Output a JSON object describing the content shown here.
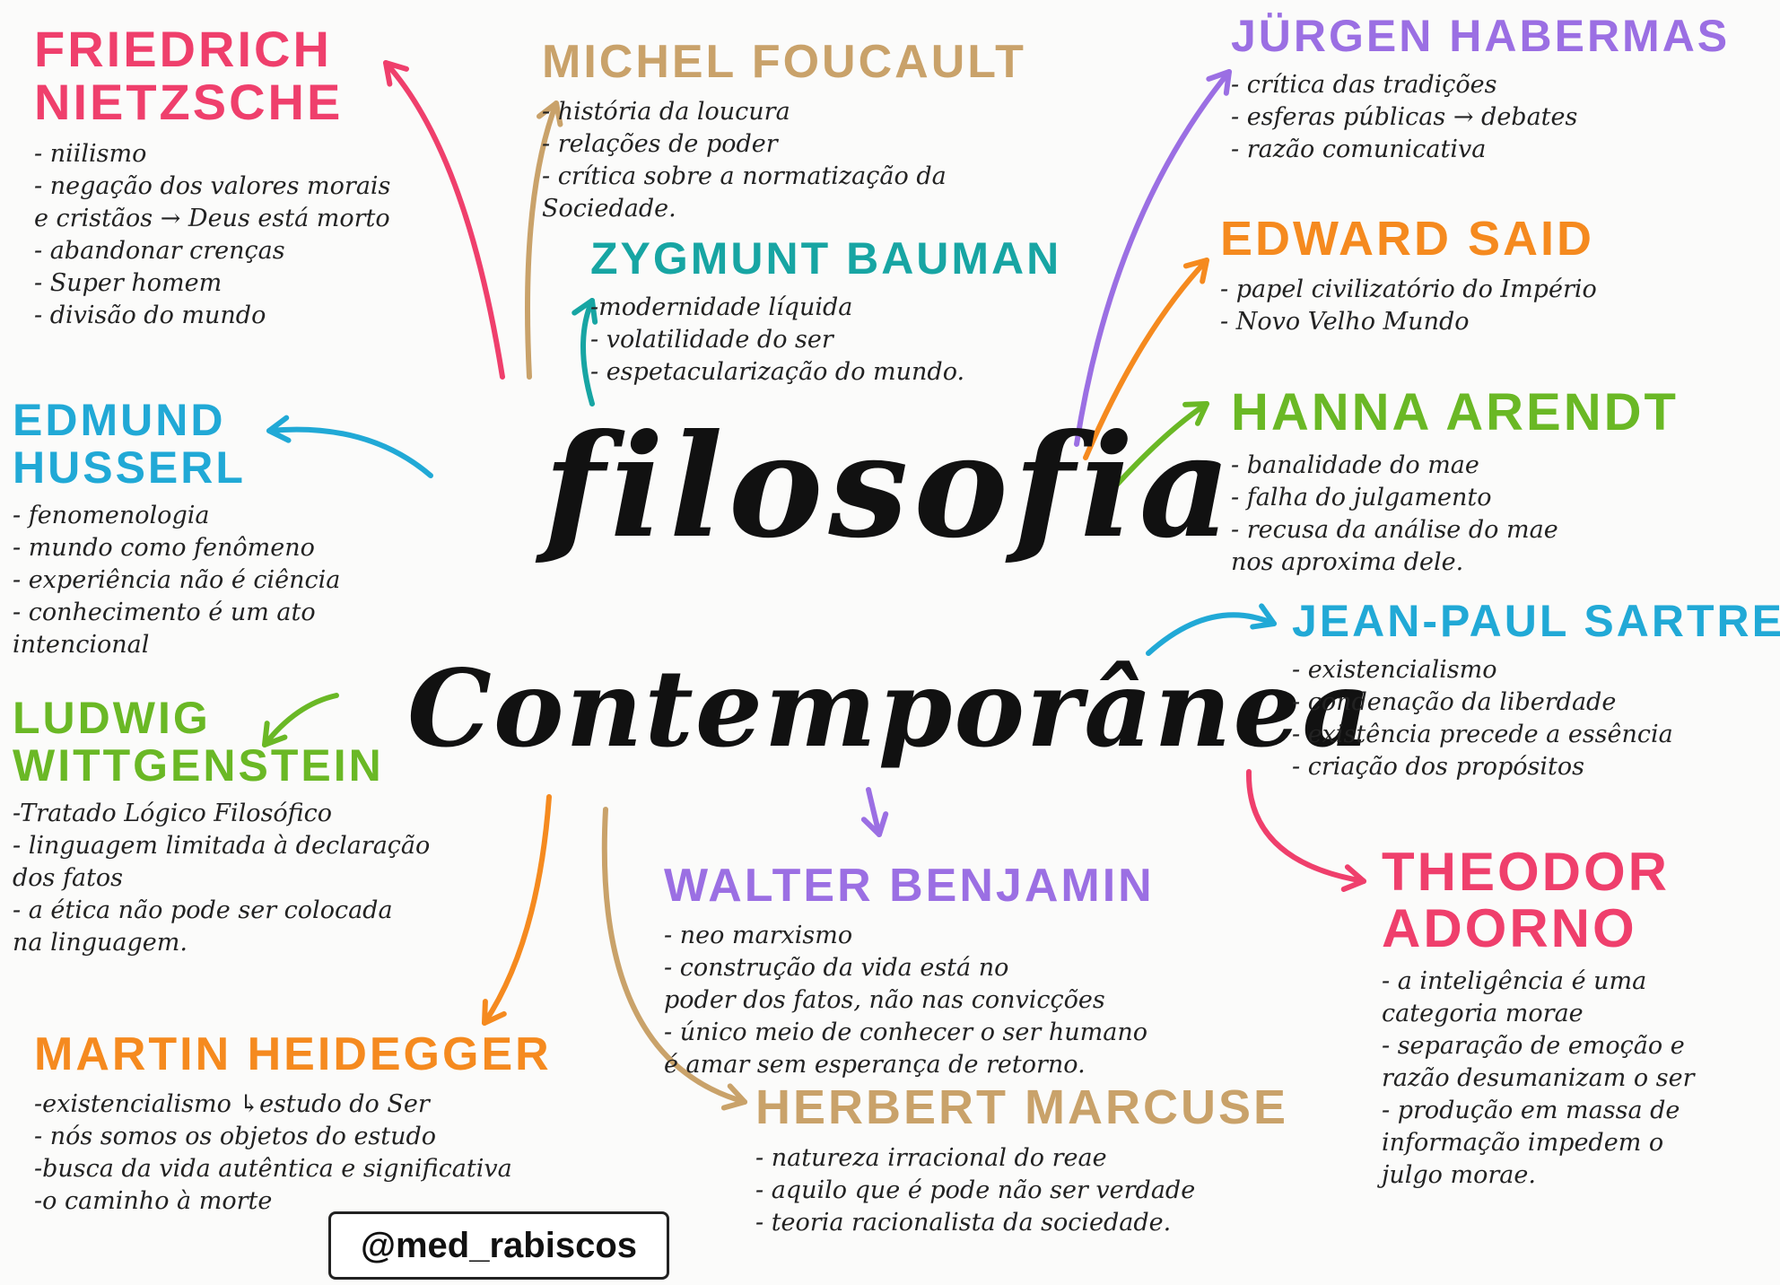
{
  "main_title": {
    "line1": "filosofia",
    "line2": "Contemporânea"
  },
  "handle": "@med_rabiscos",
  "colors": {
    "nietzsche": "#ef3f6c",
    "foucault": "#c9a26a",
    "bauman": "#17a5a3",
    "habermas": "#9b6fe3",
    "said": "#f58a1f",
    "arendt": "#6ab825",
    "husserl": "#21a9d6",
    "wittgenstein": "#6ab825",
    "sartre": "#21a9d6",
    "heidegger": "#f58a1f",
    "benjamin": "#9b6fe3",
    "marcuse": "#c9a26a",
    "adorno": "#ef3f6c",
    "text": "#222222"
  },
  "philosophers": {
    "nietzsche": {
      "name1": "FRIEDRICH",
      "name2": "NIETZSCHE",
      "notes": [
        "- niilismo",
        "- negação dos valores morais",
        "e cristãos → Deus está morto",
        "- abandonar crenças",
        "- Super homem",
        "- divisão do mundo"
      ]
    },
    "foucault": {
      "name1": "MICHEL FOUCAULT",
      "notes": [
        "- história da loucura",
        "- relações de poder",
        "- crítica sobre a normatização da",
        "Sociedade."
      ]
    },
    "bauman": {
      "name1": "ZYGMUNT BAUMAN",
      "notes": [
        "-modernidade líquida",
        "- volatilidade do ser",
        "- espetacularização do mundo."
      ]
    },
    "habermas": {
      "name1": "JÜRGEN HABERMAS",
      "notes": [
        "- crítica das tradições",
        "- esferas públicas → debates",
        "- razão comunicativa"
      ]
    },
    "said": {
      "name1": "EDWARD SAID",
      "notes": [
        "- papel civilizatório do Império",
        "- Novo Velho Mundo"
      ]
    },
    "arendt": {
      "name1": "HANNA ARENDT",
      "notes": [
        "- banalidade do mae",
        "- falha do julgamento",
        "- recusa da análise do mae",
        "nos aproxima dele."
      ]
    },
    "husserl": {
      "name1": "EDMUND",
      "name2": "HUSSERL",
      "notes": [
        "- fenomenologia",
        "- mundo como fenômeno",
        "- experiência não é ciência",
        "- conhecimento é um ato",
        "intencional"
      ]
    },
    "wittgenstein": {
      "name1": "LUDWIG",
      "name2": "WITTGENSTEIN",
      "notes": [
        "-Tratado Lógico Filosófico",
        "- linguagem limitada à declaração",
        "dos fatos",
        "- a ética não pode ser colocada",
        "na linguagem."
      ]
    },
    "sartre": {
      "name1": "JEAN-PAUL SARTRE",
      "notes": [
        "- existencialismo",
        "- condenação da liberdade",
        "- existência precede a essência",
        "- criação dos propósitos"
      ]
    },
    "heidegger": {
      "name1": "MARTIN HEIDEGGER",
      "notes": [
        "-existencialismo ↳estudo do Ser",
        "- nós somos os objetos do estudo",
        "-busca da vida autêntica e significativa",
        "-o caminho à morte"
      ]
    },
    "benjamin": {
      "name1": "WALTER BENJAMIN",
      "notes": [
        "- neo marxismo",
        "- construção da vida está no",
        "poder dos fatos, não nas convicções",
        "- único meio de conhecer o ser humano",
        "é amar sem esperança de retorno."
      ]
    },
    "marcuse": {
      "name1": "HERBERT MARCUSE",
      "notes": [
        "- natureza irracional do reae",
        "- aquilo que é pode não ser verdade",
        "- teoria racionalista da sociedade."
      ]
    },
    "adorno": {
      "name1": "THEODOR",
      "name2": "ADORNO",
      "notes": [
        "- a inteligência é uma",
        "categoria morae",
        "- separação de emoção e",
        "razão desumanizam o ser",
        "- produção em massa de",
        "informação impedem o",
        "julgo morae."
      ]
    }
  }
}
